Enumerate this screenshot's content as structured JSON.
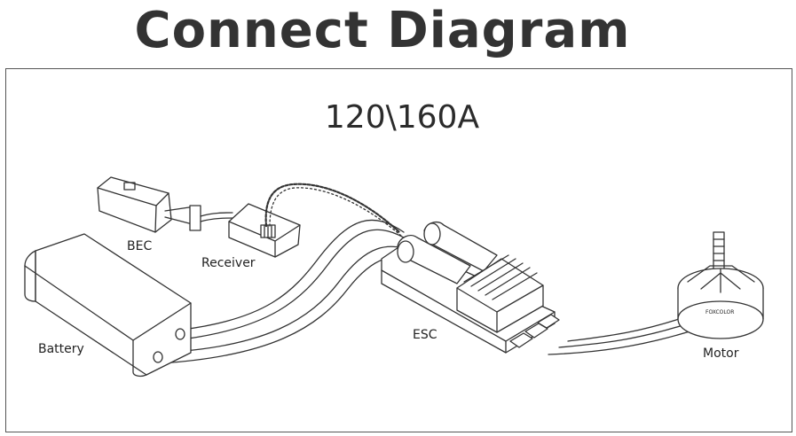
{
  "title": "Connect Diagram",
  "subtitle": "120\\160A",
  "labels": {
    "bec": "BEC",
    "receiver": "Receiver",
    "battery": "Battery",
    "esc": "ESC",
    "motor": "Motor"
  },
  "motor_brand": "FOXCOLOR"
}
